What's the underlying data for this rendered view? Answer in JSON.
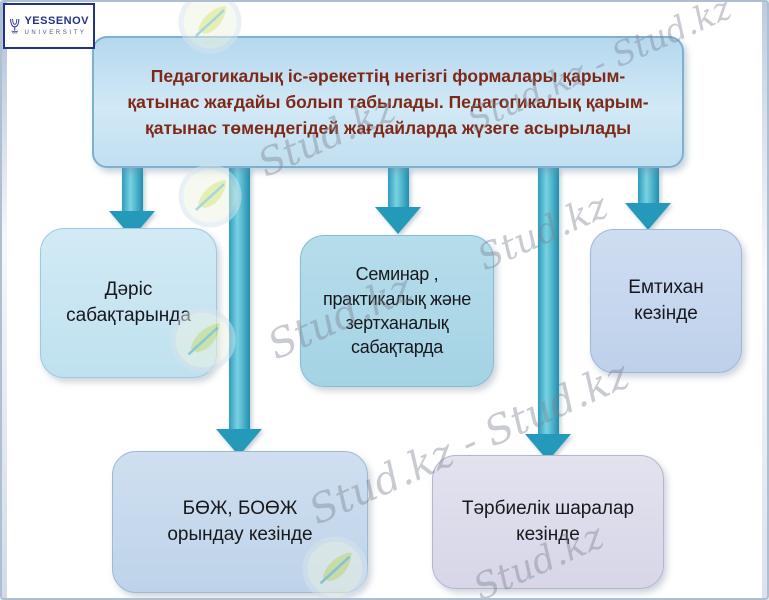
{
  "logo": {
    "name": "YESSENOV",
    "subtitle": "UNIVERSITY"
  },
  "header": {
    "text": "Педагогикалық іс-әрекеттің негізгі формалары қарым-қатынас жағдайы болып табылады. Педагогикалық қарым-қатынас төмендегідей жағдайларда жүзеге асырылады"
  },
  "boxes": [
    {
      "id": "lecture",
      "label": "Дәріс сабақтарында"
    },
    {
      "id": "seminar",
      "label": "Семинар , практикалық және зертханалық сабақтарда"
    },
    {
      "id": "exam",
      "label": "Емтихан кезінде"
    },
    {
      "id": "bozh",
      "label": "БӨЖ, БОӨЖ орындау кезінде"
    },
    {
      "id": "events",
      "label": "Тәрбиелік шаралар кезінде"
    }
  ],
  "watermark": {
    "text": "Stud.kz",
    "pair": "Stud.kz - Stud.kz"
  },
  "colors": {
    "arrow": "#2499ba",
    "header_text": "#7e2817",
    "header_box": "#c7e2f2",
    "box_blue": "#cde7f3",
    "box_teal": "#aedae9",
    "box_periwinkle": "#c9d8ee",
    "box_steel": "#c7dbee",
    "box_lavender": "#dfdeeb",
    "logo_blue": "#23318a"
  }
}
